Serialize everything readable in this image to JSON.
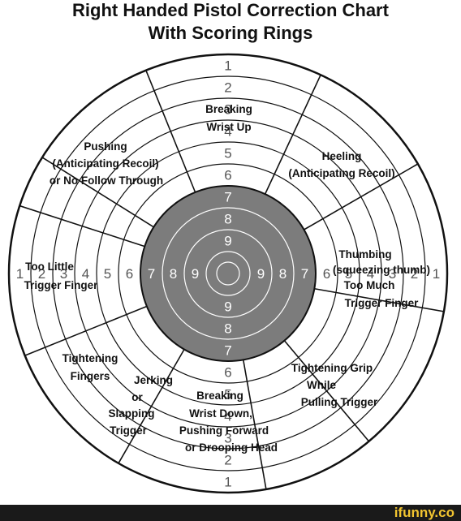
{
  "title_line1": "Right Handed Pistol Correction Chart",
  "title_line2": "With Scoring Rings",
  "colors": {
    "outer_fill": "#ffffff",
    "ring_stroke": "#111111",
    "center_fill": "#7c7c7c",
    "center_text": "#ffffff",
    "brand": "#f2c530",
    "footer_bg": "#1a1a1a"
  },
  "brand": "ifunny.co",
  "rings": {
    "up": [
      "1",
      "2",
      "3",
      "4",
      "5",
      "6",
      "7",
      "8",
      "9"
    ],
    "down": [
      "9",
      "8",
      "7",
      "6",
      "5",
      "4",
      "3",
      "2",
      "1"
    ],
    "left": [
      "1",
      "2",
      "3",
      "4",
      "5",
      "6",
      "7",
      "8",
      "9"
    ],
    "right": [
      "9",
      "8",
      "7",
      "6",
      "5",
      "4",
      "3",
      "2",
      "1"
    ]
  },
  "sectors": {
    "top": [
      "Breaking",
      "Wrist Up"
    ],
    "top_right": [
      "Heeling",
      "(Anticipating Recoil)"
    ],
    "right": [
      "Thumbing",
      "(squeezing thumb)",
      "Too Much",
      "Trigger Finger"
    ],
    "bottom_right": [
      "Tightening Grip",
      "While",
      "Pulling Trigger"
    ],
    "bottom": [
      "Breaking",
      "Wrist Down,",
      "Pushing Forward",
      "or Drooping Head"
    ],
    "bottom_left_inner": [
      "Jerking",
      "or",
      "Slapping",
      "Trigger"
    ],
    "bottom_left": [
      "Tightening",
      "Fingers"
    ],
    "left": [
      "Too Little",
      "Trigger Finger"
    ],
    "top_left": [
      "Pushing",
      "(Anticipating Recoil)",
      "or No Follow Through"
    ]
  }
}
